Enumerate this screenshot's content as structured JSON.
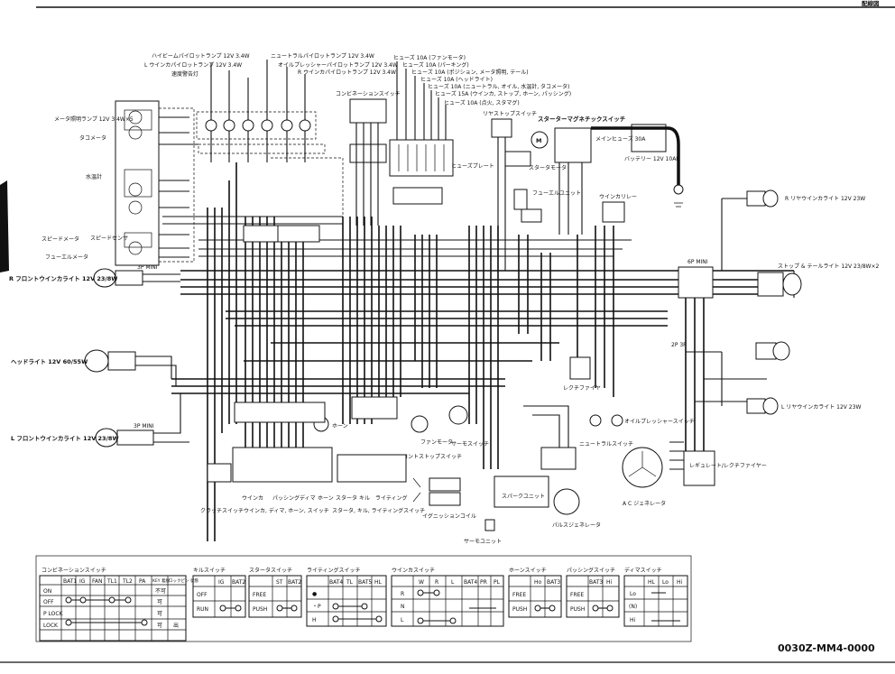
{
  "corner": "配線図",
  "code": "0030Z-MM4-0000",
  "labels": {
    "meter_lamp": "メータ照明ランプ 12V 3.4W×5",
    "tachometer": "タコメータ",
    "water_temp": "水温計",
    "speedometer": "スピードメータ",
    "speed_sensor": "スピードセンサ",
    "fuel_meter": "フューエルメータ",
    "r_front_winker": "R フロントウインカライト 12V 23/8W",
    "headlight": "ヘッドライト 12V 60/55W",
    "l_front_winker": "L フロントウインカライト 12V 23/8W",
    "hibeam_pilot": "ハイビームパイロットランプ 12V 3.4W",
    "l_winker_pilot": "L ウインカパイロットランプ 12V 3.4W",
    "speed_warning": "速度警告灯",
    "neutral_pilot": "ニュートラルパイロットランプ 12V 3.4W",
    "oil_pilot": "オイルプレッシャーパイロットランプ 12V 3.4W",
    "r_winker_pilot": "R ウインカパイロットランプ 12V 3.4W",
    "combination_switch": "コンビネーションスイッチ",
    "fuse_fan": "ヒューズ 10A (ファンモータ)",
    "fuse_parking": "ヒューズ 10A (パーキング)",
    "fuse_position": "ヒューズ 10A (ポジション, メータ照明, テール)",
    "fuse_head": "ヒューズ 10A (ヘッドライト)",
    "fuse_neutral": "ヒューズ 10A (ニュートラル, オイル, 水温計, タコメータ)",
    "fuse_winker": "ヒューズ 15A (ウインカ, ストップ, ホーン, パッシング)",
    "fuse_ign": "ヒューズ 10A (点火, スタマグ)",
    "fuse_plate": "ヒューズプレート",
    "rear_stop_switch": "リヤストップスイッチ",
    "starter_mag_switch": "スターターマグネチックスイッチ",
    "main_fuse": "メインヒューズ 30A",
    "battery": "バッテリー 12V 10AH",
    "starter_motor": "スタータモータ",
    "fuel_unit": "フューエルユニット",
    "winker_relay": "ウインカリレー",
    "r_rear_winker": "R リヤウインカライト 12V 23W",
    "stop_tail": "ストップ & テールライト 12V 23/8W×2",
    "l_rear_winker": "L リヤウインカライト 12V 23W",
    "rectifier": "レクチファイヤ",
    "oil_pressure_switch": "オイルプレッシャースイッチ",
    "neutral_switch": "ニュートラルスイッチ",
    "regulator": "レギュレート/レクチファイヤー",
    "ac_generator": "A C ジェネレータ",
    "horn": "ホーン",
    "fan_motor": "ファンモータ",
    "thermo_switch": "サーモスイッチ",
    "front_stop_switch": "フロントストップスイッチ",
    "spark_unit": "スパークユニット",
    "ignition_coil": "イグニッションコイル",
    "thermo_unit": "サーモユニット",
    "pulse_gen": "パルスジェネレータ",
    "clutch_switch": "クラッチスイッチ",
    "winker_sw": "ウインカ",
    "passing": "パッシング",
    "dimmer": "ディマ",
    "horn_sw": "ホーン",
    "left_group": "ウインカ, ディマ, ホーン, スイッチ",
    "starter_sw": "スタータ",
    "kill_sw": "キル",
    "lighting_sw": "ライティング",
    "right_group": "スタータ, キル, ライティングスイッチ",
    "mini_6p": "6P MINI",
    "mini_3p": "3P MINI",
    "p2_3p": "2P 3P"
  },
  "tables": [
    {
      "title": "コンビネーションスイッチ",
      "headers": [
        "BAT1",
        "IG",
        "FAN",
        "TL1",
        "TL2",
        "PA",
        "KEY 着脱",
        "ロックピン 状態"
      ],
      "rows": [
        "ON",
        "OFF",
        "P LOCK",
        "LOCK"
      ],
      "extra": [
        [
          "不可",
          ""
        ],
        [
          "可",
          ""
        ],
        [
          "可",
          ""
        ],
        [
          "可",
          "出"
        ]
      ]
    },
    {
      "title": "キルスイッチ",
      "headers": [
        "IG",
        "BAT2"
      ],
      "rows": [
        "OFF",
        "RUN"
      ]
    },
    {
      "title": "スタータスイッチ",
      "headers": [
        "ST",
        "BAT2"
      ],
      "rows": [
        "FREE",
        "PUSH"
      ]
    },
    {
      "title": "ライティングスイッチ",
      "headers": [
        "BAT4",
        "TL",
        "BAT5",
        "HL"
      ],
      "rows": [
        "●",
        "・P",
        "H"
      ]
    },
    {
      "title": "ウインカスイッチ",
      "headers": [
        "W",
        "R",
        "L",
        "BAT4",
        "PR",
        "PL"
      ],
      "rows": [
        "R",
        "N",
        "L"
      ]
    },
    {
      "title": "ホーンスイッチ",
      "headers": [
        "Ho",
        "BAT3"
      ],
      "rows": [
        "FREE",
        "PUSH"
      ]
    },
    {
      "title": "パッシングスイッチ",
      "headers": [
        "BAT3",
        "Hi"
      ],
      "rows": [
        "FREE",
        "PUSH"
      ]
    },
    {
      "title": "ディマスイッチ",
      "headers": [
        "HL",
        "Lo",
        "Hi"
      ],
      "rows": [
        "Lo",
        "(N)",
        "Hi"
      ]
    }
  ]
}
